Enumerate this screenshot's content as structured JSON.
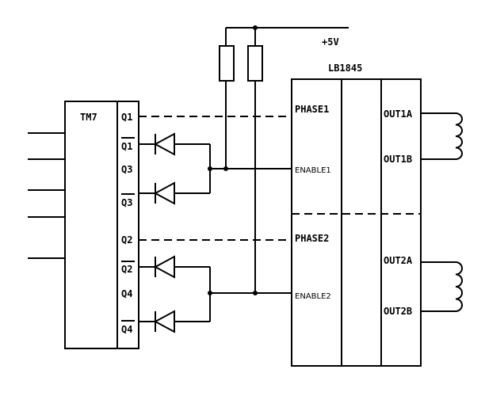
{
  "diagram": {
    "supply_label": "+5V",
    "driver_chip": "LB1845",
    "counter_chip": "TM7",
    "counter_pins": [
      "Q1",
      "Q1",
      "Q3",
      "Q3",
      "Q2",
      "Q2",
      "Q4",
      "Q4"
    ],
    "driver_inputs": [
      "PHASE1",
      "ENABLE1",
      "PHASE2",
      "ENABLE2"
    ],
    "driver_outputs": [
      "OUT1A",
      "OUT1B",
      "OUT2A",
      "OUT2B"
    ]
  }
}
